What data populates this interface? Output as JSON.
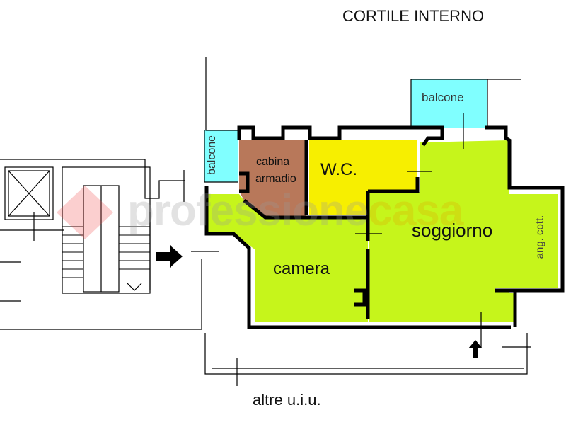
{
  "title": "CORTILE INTERNO",
  "footer": "altre u.i.u.",
  "rooms": {
    "balcone_top": "balcone",
    "balcone_left": "balcone",
    "cabina_1": "cabina",
    "cabina_2": "armadio",
    "wc": "W.C.",
    "soggiorno": "soggiorno",
    "camera": "camera",
    "ang_cott": "ang. cott."
  },
  "watermark": {
    "part1": "professione",
    "part2": "casa"
  },
  "colors": {
    "green": "#c6f51b",
    "yellow": "#f7ef00",
    "brown": "#b8785a",
    "cyan": "#80ffff",
    "wall": "#000000"
  }
}
